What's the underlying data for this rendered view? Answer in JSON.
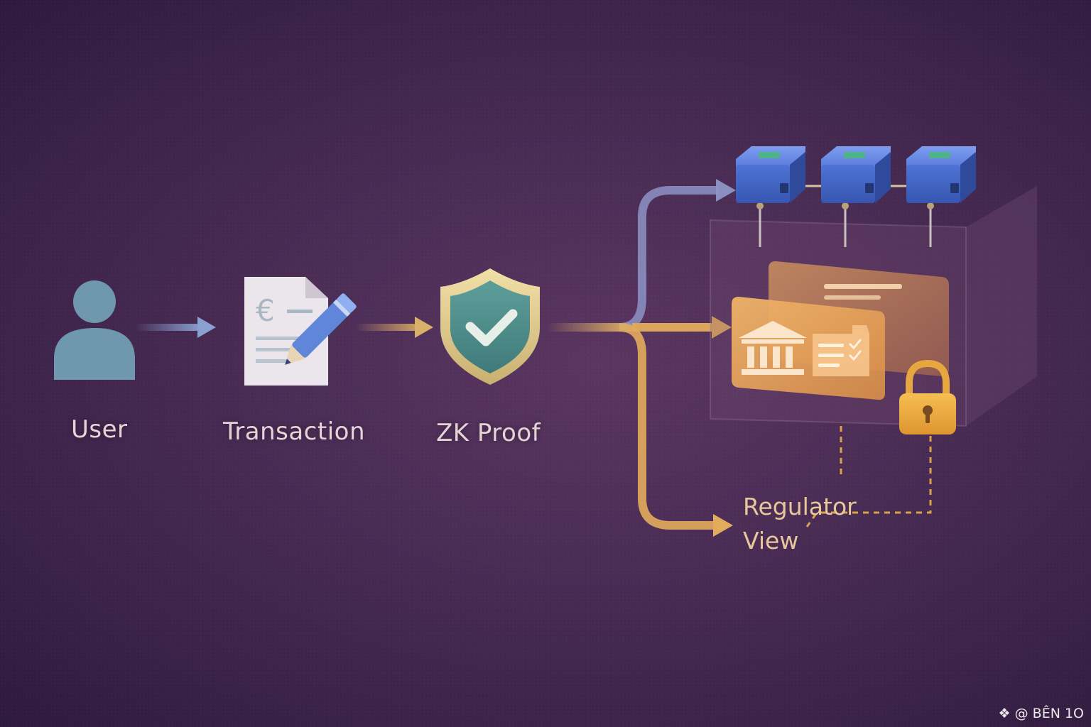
{
  "steps": [
    {
      "label": "User",
      "icon": "user-icon"
    },
    {
      "label": "Transaction",
      "icon": "document-pen-icon"
    },
    {
      "label": "ZK Proof",
      "icon": "shield-check-icon"
    }
  ],
  "transaction_symbol": "€",
  "regulator": {
    "line1": "Regulator",
    "line2": "View",
    "icons": [
      "bank-icon",
      "checklist-icon",
      "lock-icon"
    ]
  },
  "blockchain": {
    "blocks": 3,
    "icon": "blockchain-block-icon"
  },
  "watermark": {
    "symbol": "❖",
    "at": "@",
    "name": "BÊN 1O"
  },
  "colors": {
    "background": "#4a2c55",
    "user": "#6f97ae",
    "arrow_blue": "#7f93c4",
    "arrow_gold": "#e6b05a",
    "shield_fill": "#4f8e8c",
    "block_blue": "#4a6fd0",
    "panel_orange": "#e3a45c",
    "lock_gold": "#eeaa3c"
  }
}
